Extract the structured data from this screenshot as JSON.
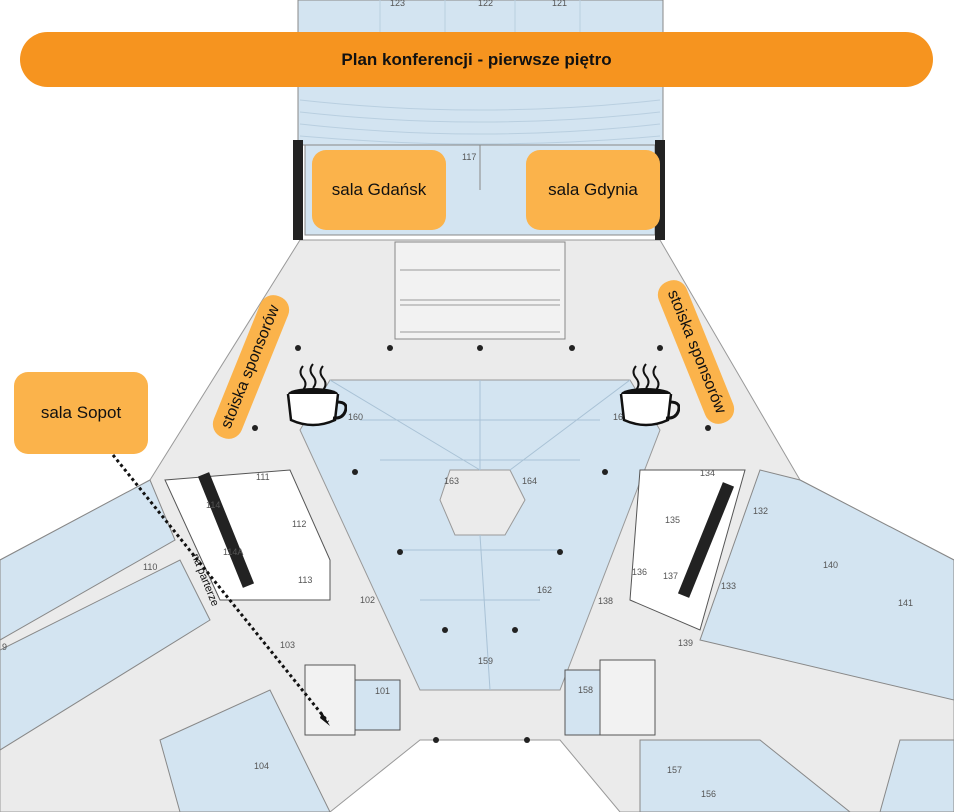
{
  "title": "Plan konferencji - pierwsze piętro",
  "rooms": {
    "gdansk": "sala Gdańsk",
    "gdynia": "sala Gdynia",
    "sopot": "sala Sopot"
  },
  "sponsors": {
    "left": "stoiska sponsorów",
    "right": "stoiska sponsorów"
  },
  "path_label": "na parterze",
  "icons": [
    "coffee-cup-icon",
    "coffee-cup-icon"
  ],
  "room_numbers": [
    "123",
    "122",
    "121",
    "117",
    "160",
    "161",
    "163",
    "164",
    "162",
    "159",
    "111",
    "114",
    "112",
    "114A",
    "113",
    "110",
    "102",
    "103",
    "101",
    "104",
    "134",
    "132",
    "135",
    "136",
    "137",
    "133",
    "140",
    "141",
    "138",
    "139",
    "158",
    "157",
    "156",
    "9"
  ],
  "colors": {
    "accent": "#f6941f",
    "label": "#fbb34b",
    "room": "#d3e4f1",
    "corridor": "#ebebeb"
  }
}
